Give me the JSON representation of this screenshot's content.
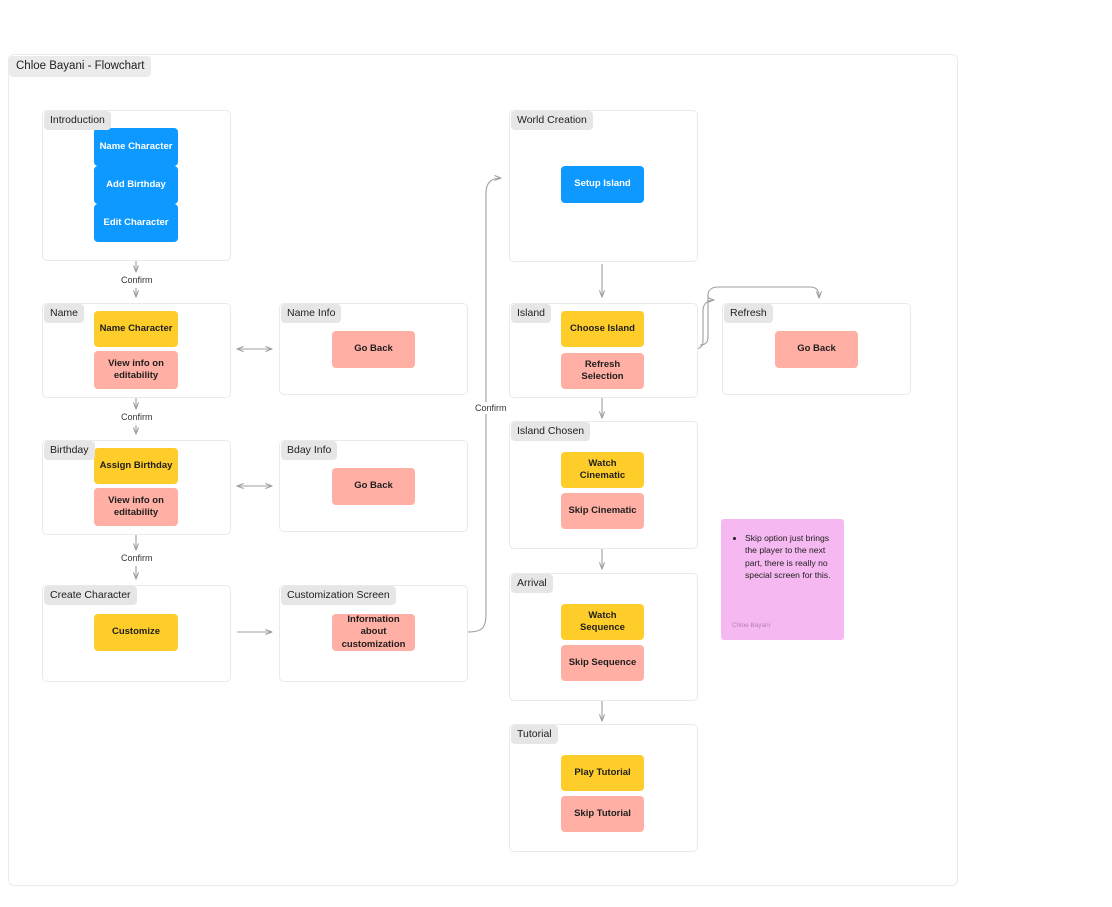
{
  "page": {
    "title": "Chloe Bayani - Flowchart",
    "canvas_bg": "#ffffff",
    "frame_border": "#eaeaea",
    "label_chip_bg": "#e6e6e6"
  },
  "colors": {
    "blue": "#0d99ff",
    "yellow": "#ffcd29",
    "pink": "#ffafa3",
    "sticky": "#f5b8f0",
    "connector": "#9f9f9f"
  },
  "frames": [
    {
      "id": "introduction",
      "label": "Introduction",
      "nodes": [
        {
          "label": "Name Character",
          "color": "blue"
        },
        {
          "label": "Add Birthday",
          "color": "blue"
        },
        {
          "label": "Edit Character",
          "color": "blue"
        }
      ]
    },
    {
      "id": "name",
      "label": "Name",
      "nodes": [
        {
          "label": "Name Character",
          "color": "yellow"
        },
        {
          "label": "View info on editability",
          "color": "pink"
        }
      ]
    },
    {
      "id": "name-info",
      "label": "Name Info",
      "nodes": [
        {
          "label": "Go Back",
          "color": "pink"
        }
      ]
    },
    {
      "id": "birthday",
      "label": "Birthday",
      "nodes": [
        {
          "label": "Assign Birthday",
          "color": "yellow"
        },
        {
          "label": "View info on editability",
          "color": "pink"
        }
      ]
    },
    {
      "id": "bday-info",
      "label": "Bday Info",
      "nodes": [
        {
          "label": "Go Back",
          "color": "pink"
        }
      ]
    },
    {
      "id": "create-character",
      "label": "Create Character",
      "nodes": [
        {
          "label": "Customize",
          "color": "yellow"
        }
      ]
    },
    {
      "id": "customization-screen",
      "label": "Customization Screen",
      "nodes": [
        {
          "label": "Information about customization",
          "color": "pink"
        }
      ]
    },
    {
      "id": "world-creation",
      "label": "World Creation",
      "nodes": [
        {
          "label": "Setup Island",
          "color": "blue"
        }
      ]
    },
    {
      "id": "island",
      "label": "Island",
      "nodes": [
        {
          "label": "Choose Island",
          "color": "yellow"
        },
        {
          "label": "Refresh Selection",
          "color": "pink"
        }
      ]
    },
    {
      "id": "refresh",
      "label": "Refresh",
      "nodes": [
        {
          "label": "Go Back",
          "color": "pink"
        }
      ]
    },
    {
      "id": "island-chosen",
      "label": "Island Chosen",
      "nodes": [
        {
          "label": "Watch Cinematic",
          "color": "yellow"
        },
        {
          "label": "Skip Cinematic",
          "color": "pink"
        }
      ]
    },
    {
      "id": "arrival",
      "label": "Arrival",
      "nodes": [
        {
          "label": "Watch Sequence",
          "color": "yellow"
        },
        {
          "label": "Skip Sequence",
          "color": "pink"
        }
      ]
    },
    {
      "id": "tutorial",
      "label": "Tutorial",
      "nodes": [
        {
          "label": "Play Tutorial",
          "color": "yellow"
        },
        {
          "label": "Skip Tutorial",
          "color": "pink"
        }
      ]
    }
  ],
  "edge_labels": [
    {
      "id": "confirm-1",
      "text": "Confirm"
    },
    {
      "id": "confirm-2",
      "text": "Confirm"
    },
    {
      "id": "confirm-3",
      "text": "Confirm"
    },
    {
      "id": "confirm-4",
      "text": "Confirm"
    }
  ],
  "sticky_note": {
    "bullet": "Skip option just brings the player to the next part, there is really no special screen for this.",
    "author": "Chloe Bayani"
  }
}
